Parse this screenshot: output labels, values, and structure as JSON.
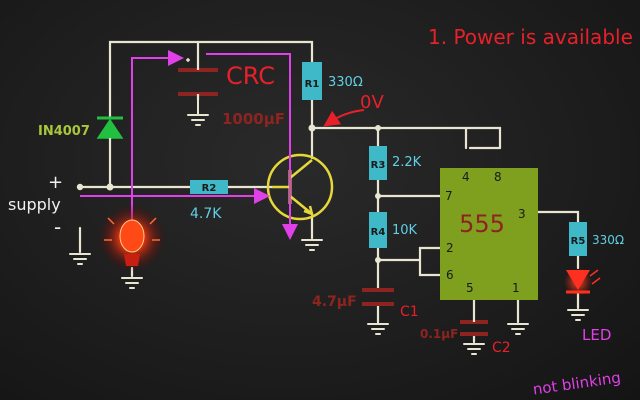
{
  "title": "1. Power is available",
  "supply": {
    "label": "supply",
    "plus": "+",
    "minus": "-"
  },
  "diode": {
    "label": "IN4007"
  },
  "capacitor_main": {
    "label": "CRC",
    "value": "1000µF"
  },
  "r1": {
    "label": "R1",
    "value": "330Ω"
  },
  "node_voltage": "0V",
  "r2": {
    "label": "R2",
    "value": "4.7K"
  },
  "r3": {
    "label": "R3",
    "value": "2.2K"
  },
  "r4": {
    "label": "R4",
    "value": "10K"
  },
  "r5": {
    "label": "R5",
    "value": "330Ω"
  },
  "timer": {
    "label": "555",
    "pins": {
      "p4": "4",
      "p8": "8",
      "p7": "7",
      "p3": "3",
      "p2": "2",
      "p6": "6",
      "p5": "5",
      "p1": "1"
    }
  },
  "c1": {
    "label": "C1",
    "value": "4.7µF"
  },
  "c2": {
    "label": "C2",
    "value": "0.1µF"
  },
  "led": {
    "label": "LED",
    "status": "not blinking"
  },
  "colors": {
    "wire": "#e8e6d0",
    "annotation_red": "#e8202a",
    "dark_red": "#8e2420",
    "cyan_box": "#3fb8c8",
    "cyan_text": "#5fd0e6",
    "magenta": "#e040e8",
    "yellow": "#e6d83a",
    "green_diode": "#22c040",
    "ic_body": "#7fa01e",
    "led_red": "#ff3020",
    "label_green": "#a8c83a",
    "white_text": "#f0f0f0"
  }
}
